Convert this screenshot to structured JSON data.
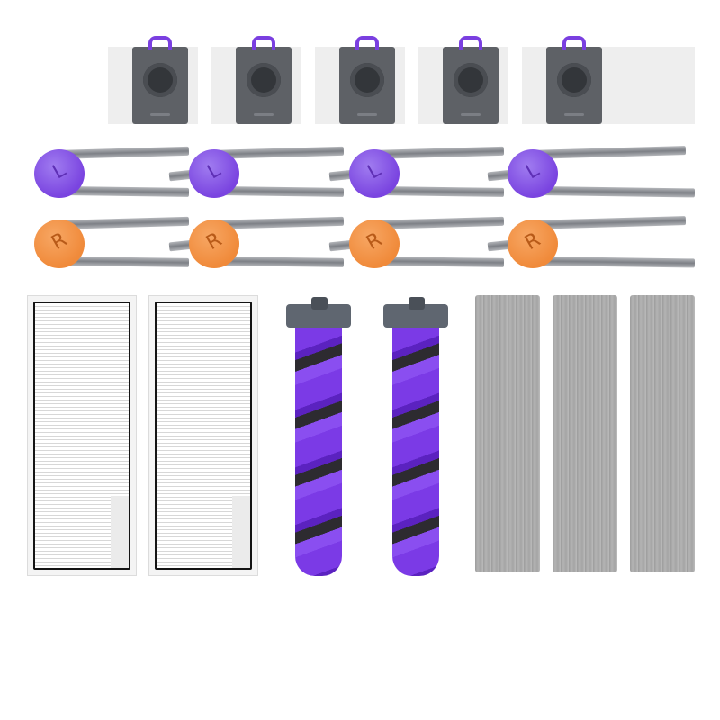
{
  "scene": {
    "kind": "product photo of robot vacuum replacement parts kit",
    "background": "#ffffff"
  },
  "dust_bags": {
    "count": 5,
    "tab_color": "#7a3fe0",
    "card_color": "#5e6166"
  },
  "side_brushes": {
    "left": {
      "letter": "L",
      "count": 4,
      "color": "#7a44e0"
    },
    "right": {
      "letter": "R",
      "count": 4,
      "color": "#f08a3a"
    }
  },
  "hepa_filters": {
    "count": 2
  },
  "main_brushes": {
    "count": 2,
    "color": "#7b3ae6"
  },
  "mop_rollers": {
    "count": 3,
    "color": "#a8a8a8"
  }
}
